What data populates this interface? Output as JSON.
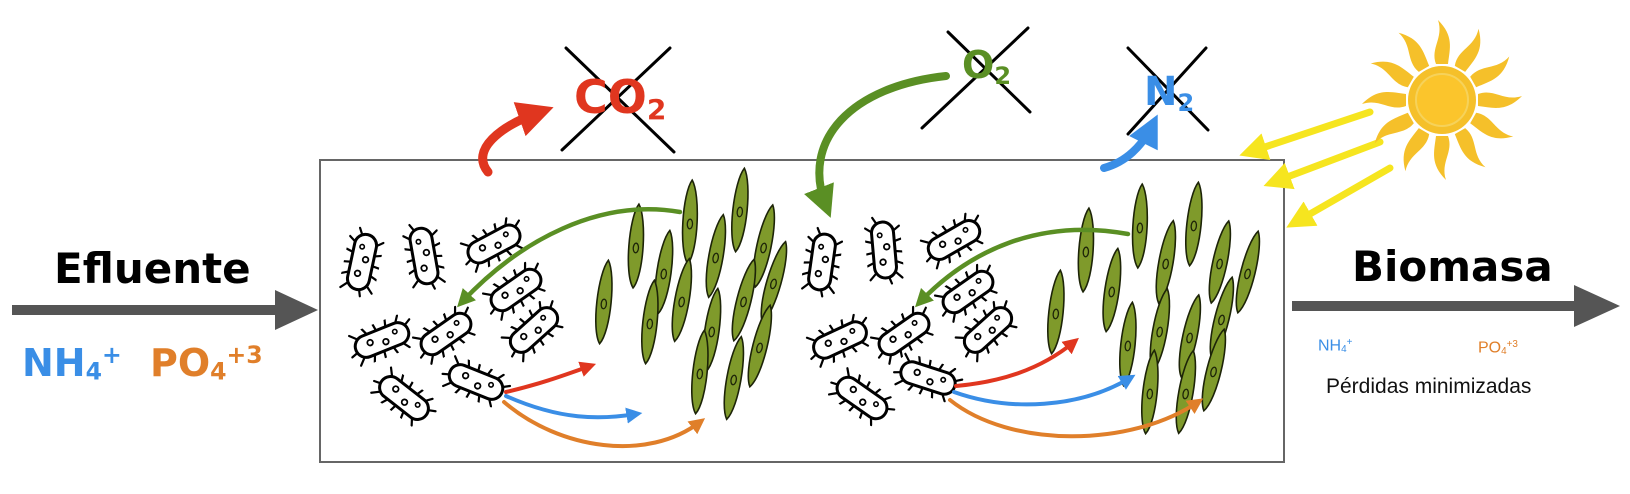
{
  "colors": {
    "nh4": "#3a8ee6",
    "po4": "#e07f2a",
    "co2": "#e0361f",
    "o2": "#5a8f24",
    "n2": "#3a8ee6",
    "sun": "#f5c02a",
    "light_rays": "#f6e51f",
    "algae": "#7f9a2b",
    "flow_arrow": "#555555"
  },
  "left": {
    "title": "Efluente",
    "nh4": {
      "base": "NH",
      "sub": "4",
      "sup": "+"
    },
    "po4": {
      "base": "PO",
      "sub": "4",
      "sup": "+3"
    }
  },
  "right": {
    "title": "Biomasa",
    "nh4": {
      "base": "NH",
      "sub": "4",
      "sup": "+"
    },
    "po4": {
      "base": "PO",
      "sub": "4",
      "sup": "+3"
    },
    "note": "Pérdidas minimizadas"
  },
  "gases": {
    "co2": {
      "base": "CO",
      "sub": "2"
    },
    "o2": {
      "base": "O",
      "sub": "2"
    },
    "n2": {
      "base": "N",
      "sub": "2"
    }
  },
  "icons": [
    "bacteria-icon",
    "microalgae-icon",
    "sun-icon",
    "cross-mark-icon"
  ]
}
